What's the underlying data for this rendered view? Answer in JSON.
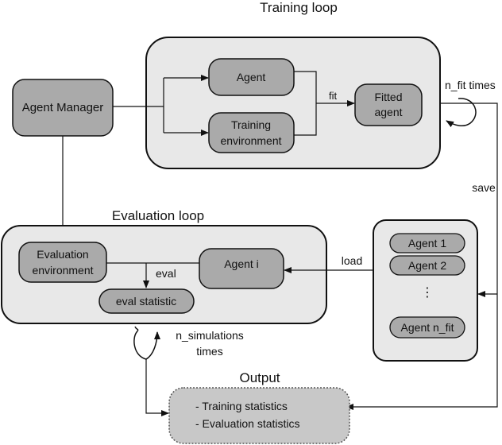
{
  "diagram": {
    "training_loop": {
      "title": "Training loop",
      "agent": "Agent",
      "training_env_line1": "Training",
      "training_env_line2": "environment",
      "fitted_line1": "Fitted",
      "fitted_line2": "agent",
      "fit_label": "fit",
      "n_fit_times": "n_fit times"
    },
    "agent_manager": "Agent Manager",
    "save_label": "save",
    "evaluation_loop": {
      "title": "Evaluation loop",
      "eval_env_line1": "Evaluation",
      "eval_env_line2": "environment",
      "agent_i": "Agent i",
      "eval_label": "eval",
      "eval_statistic": "eval statistic",
      "n_sim_line1": "n_simulations",
      "n_sim_line2": "times"
    },
    "agents_stack": {
      "agent1": "Agent 1",
      "agent2": "Agent 2",
      "dots": "⋮",
      "agent_n_fit": "Agent n_fit"
    },
    "load_label": "load",
    "output": {
      "title": "Output",
      "line1": "- Training statistics",
      "line2": "- Evaluation statistics"
    },
    "colors": {
      "loop_fill": "#e8e8e8",
      "node_fill": "#aaaaaa",
      "output_fill": "#c8c8c8",
      "fit_label": "#6a1f1f"
    }
  }
}
